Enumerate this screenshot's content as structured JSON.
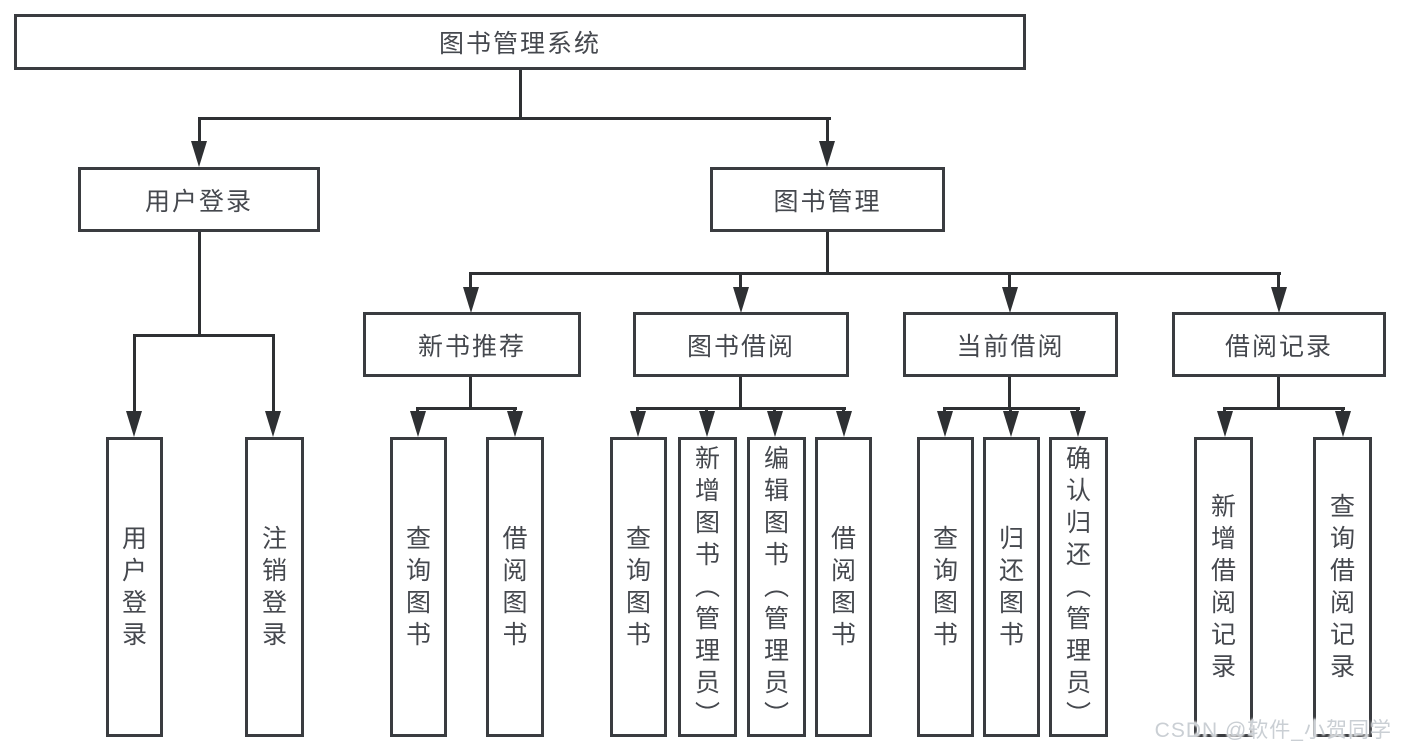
{
  "diagram_title": "图书管理系统",
  "watermark": "CSDN @软件_小贺同学",
  "colors": {
    "background": "#ffffff",
    "line": "#2e3033",
    "box_border": "#3a3c40",
    "text": "#45484e",
    "watermark": "#cacfd4"
  },
  "nodes": {
    "root": "图书管理系统",
    "user_login": "用户登录",
    "book_management": "图书管理",
    "login": "用户登录",
    "logout": "注销登录",
    "new_book_recommend": "新书推荐",
    "book_borrow": "图书借阅",
    "current_borrow": "当前借阅",
    "borrow_record": "借阅记录",
    "nbr_query_book": "查询图书",
    "nbr_borrow_book": "借阅图书",
    "bb_query_book": "查询图书",
    "bb_add_book": "新增图书（管理员）",
    "bb_edit_book": "编辑图书（管理员）",
    "bb_borrow_book": "借阅图书",
    "cb_query_book": "查询图书",
    "cb_return_book": "归还图书",
    "cb_confirm_return": "确认归还（管理员）",
    "br_add_record": "新增借阅记录",
    "br_query_record": "查询借阅记录"
  },
  "hierarchy": {
    "图书管理系统": {
      "用户登录": [
        "用户登录",
        "注销登录"
      ],
      "图书管理": {
        "新书推荐": [
          "查询图书",
          "借阅图书"
        ],
        "图书借阅": [
          "查询图书",
          "新增图书（管理员）",
          "编辑图书（管理员）",
          "借阅图书"
        ],
        "当前借阅": [
          "查询图书",
          "归还图书",
          "确认归还（管理员）"
        ],
        "借阅记录": [
          "新增借阅记录",
          "查询借阅记录"
        ]
      }
    }
  }
}
